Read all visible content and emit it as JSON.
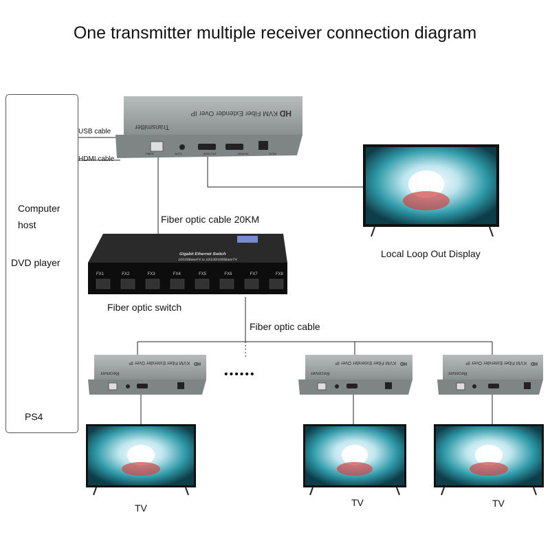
{
  "title": "One transmitter multiple receiver connection diagram",
  "colors": {
    "device_gray": "#9aa0a0",
    "device_dark": "#111111",
    "screen_teal": "#2f9aa8",
    "line": "#222222"
  },
  "sources": {
    "computer_label": "Computer\nhost",
    "dvd_label": "DVD player",
    "ps4_label": "PS4",
    "usb_cable_label": "USB cable",
    "hdmi_cable_label": "HDMI cable"
  },
  "transmitter": {
    "brand": "HD",
    "model_text": "KVM Fiber Extender Over IP",
    "role_text": "Transmitter",
    "ports": [
      "FIBER",
      "AUTX",
      "HDMI OUT",
      "HDMI IN",
      "DC5V"
    ]
  },
  "local_display_label": "Local Loop Out Display",
  "fiber_cable_20km_label": "Fiber optic cable 20KM",
  "switch": {
    "title_text": "Gigabit Ethernet Switch",
    "subtitle_text": "10/100BaseFX to 10/100/1000BaseTX",
    "ports": [
      "FX1",
      "FX2",
      "FX3",
      "FX4",
      "FX5",
      "FX6",
      "FX7",
      "FX8"
    ],
    "label": "Fiber optic switch"
  },
  "fiber_cable_label": "Fiber optic cable",
  "dots": "••••••",
  "receivers": [
    {
      "brand": "HD",
      "model_text": "KVM Fiber Extender Over IP",
      "role_text": "Receiver",
      "tv_label": "TV"
    },
    {
      "brand": "HD",
      "model_text": "KVM Fiber Extender Over IP",
      "role_text": "Receiver",
      "tv_label": "TV"
    },
    {
      "brand": "HD",
      "model_text": "KVM Fiber Extender Over IP",
      "role_text": "Receiver",
      "tv_label": "TV"
    }
  ]
}
